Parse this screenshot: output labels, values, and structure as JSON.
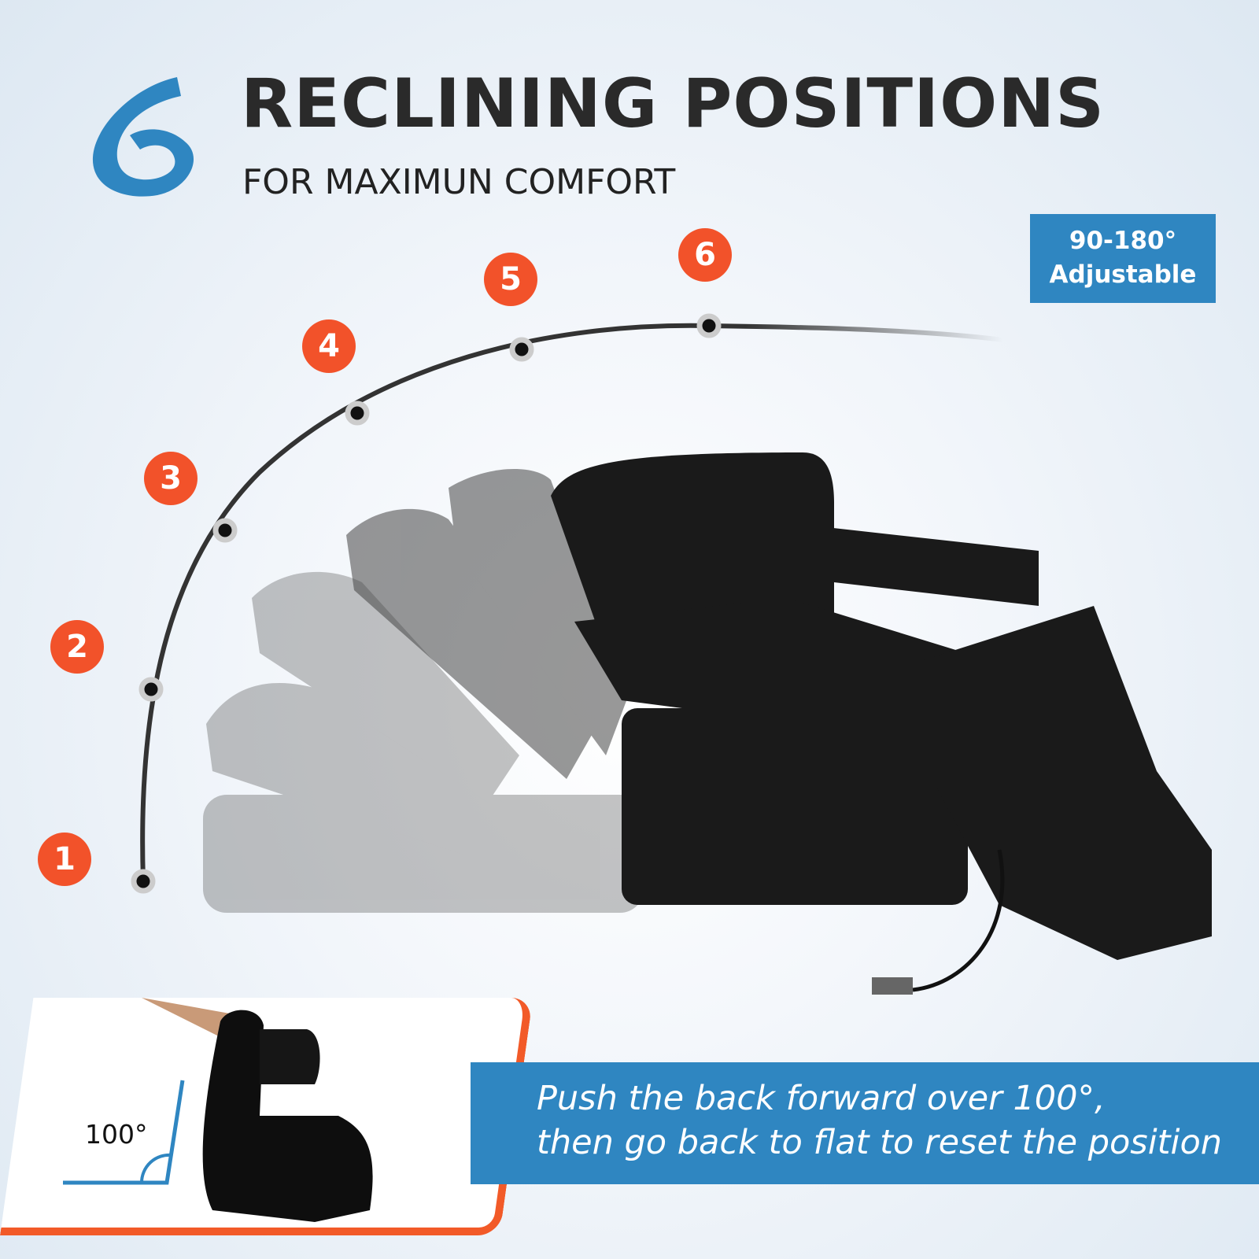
{
  "header": {
    "logo_numeral": "6",
    "title": "RECLINING POSITIONS",
    "subtitle": "FOR MAXIMUN COMFORT"
  },
  "badge": {
    "line1": "90-180°",
    "line2": "Adjustable"
  },
  "positions": [
    "1",
    "2",
    "3",
    "4",
    "5",
    "6"
  ],
  "inset": {
    "angle_label": "100°"
  },
  "banner": {
    "line1": "Push the back forward over 100°,",
    "line2": "then go back to flat to reset the position"
  },
  "colors": {
    "blue": "#2f86c1",
    "orange": "#f2522a",
    "title": "#2a2a2a"
  }
}
